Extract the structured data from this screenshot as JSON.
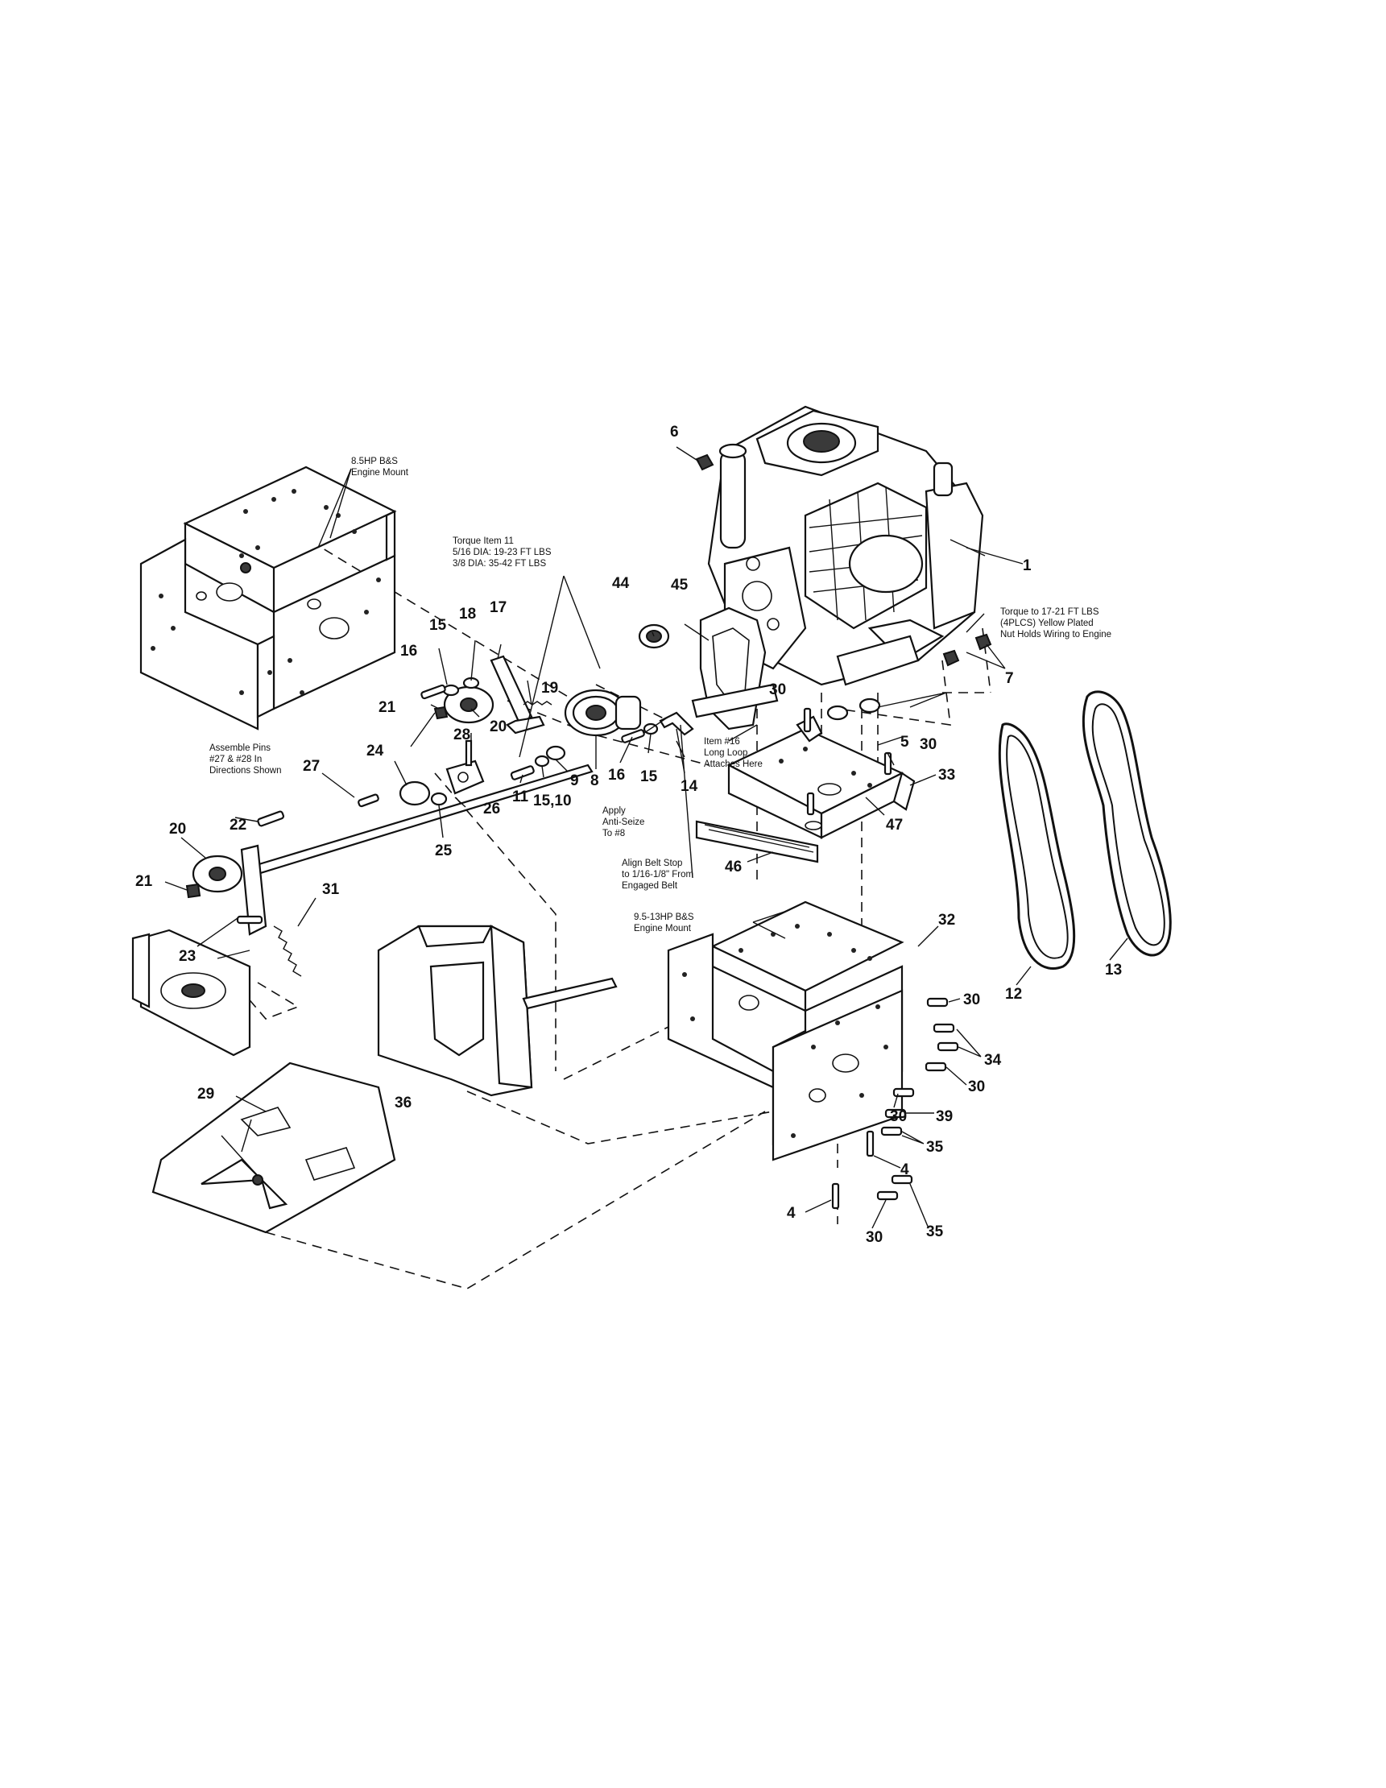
{
  "callouts": {
    "c1": "1",
    "c4a": "4",
    "c4b": "4",
    "c5": "5",
    "c6": "6",
    "c7": "7",
    "c8": "8",
    "c9": "9",
    "c11": "11",
    "c12": "12",
    "c13": "13",
    "c14": "14",
    "c15a": "15",
    "c15b": "15",
    "c1510": "15,10",
    "c16a": "16",
    "c16b": "16",
    "c17": "17",
    "c18": "18",
    "c19": "19",
    "c20a": "20",
    "c20b": "20",
    "c21a": "21",
    "c21b": "21",
    "c22": "22",
    "c23": "23",
    "c24": "24",
    "c25": "25",
    "c26": "26",
    "c27": "27",
    "c28": "28",
    "c29": "29",
    "c30a": "30",
    "c30b": "30",
    "c30c": "30",
    "c30d": "30",
    "c30e": "30",
    "c30f": "30",
    "c31": "31",
    "c32": "32",
    "c33": "33",
    "c34": "34",
    "c35a": "35",
    "c35b": "35",
    "c36": "36",
    "c39": "39",
    "c44": "44",
    "c45": "45",
    "c46": "46",
    "c47": "47"
  },
  "notes": {
    "engine_mount_85": [
      "8.5HP B&S",
      "Engine Mount"
    ],
    "torque_item11": [
      "Torque Item 11",
      "5/16 DIA: 19-23 FT LBS",
      "3/8 DIA: 35-42 FT LBS"
    ],
    "torque_nut": [
      "Torque to 17-21 FT LBS",
      "(4PLCS) Yellow Plated",
      "Nut Holds Wiring to Engine"
    ],
    "assemble_pins": [
      "Assemble Pins",
      "#27 & #28 In",
      "Directions Shown"
    ],
    "item16": [
      "Item #16",
      "Long Loop",
      "Attaches Here"
    ],
    "anti_seize": [
      "Apply",
      "Anti-Seize",
      "To #8"
    ],
    "align_belt": [
      "Align Belt Stop",
      "to 1/16-1/8\" From",
      "Engaged Belt"
    ],
    "engine_mount_95": [
      "9.5-13HP B&S",
      "Engine Mount"
    ]
  }
}
